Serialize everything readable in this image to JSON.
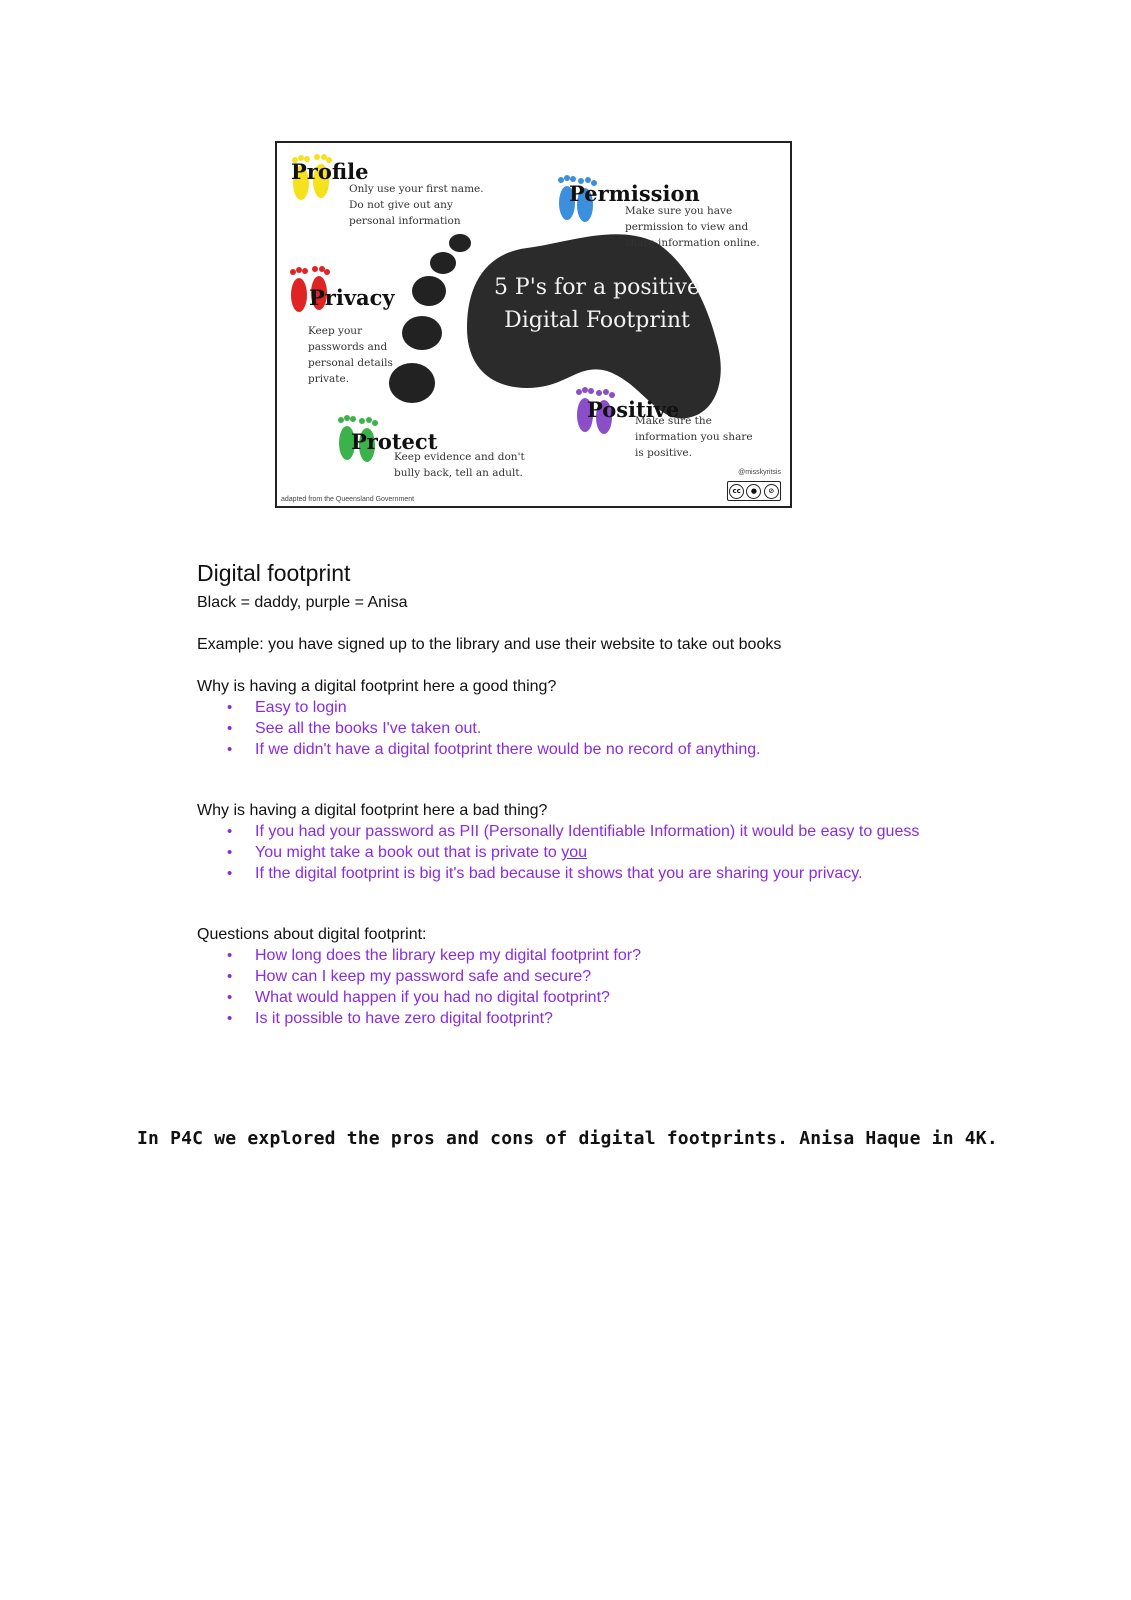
{
  "poster": {
    "center_title": "5 P's for a positive\nDigital  Footprint",
    "items": [
      {
        "heading": "Profile",
        "text": "Only use your first name.\nDo not give out any\npersonal information",
        "color": "#f5e11c"
      },
      {
        "heading": "Permission",
        "text": "Make sure you have\npermission to view and\nshare information online.",
        "color": "#3b8fdc"
      },
      {
        "heading": "Privacy",
        "text": "Keep your\npasswords and\npersonal details\nprivate.",
        "color": "#e02424"
      },
      {
        "heading": "Positive",
        "text": "Make sure the\ninformation you share\nis positive.",
        "color": "#8a4fc7"
      },
      {
        "heading": "Protect",
        "text": "Keep evidence and don't\nbully back, tell an adult.",
        "color": "#3bb34a"
      }
    ],
    "source_credit": "adapted from the Queensland Government",
    "author_handle": "@misskyritsis",
    "license_badge": "cc"
  },
  "doc": {
    "title": "Digital footprint",
    "legend": "Black = daddy, purple = Anisa",
    "example": "Example: you have signed up to the library and use their website to take out books",
    "good_question": "Why is having a digital footprint here a good thing?",
    "good_answers": [
      "Easy to login",
      "See all the books I've taken out.",
      "If we didn't have a digital footprint there would be no record of anything."
    ],
    "bad_question": "Why is having a digital footprint here a bad thing?",
    "bad_answers": [
      "If you had your password as PII (Personally Identifiable Information) it would be easy to guess",
      "You might take a book out that is private to ",
      "If the digital footprint is big it's bad because it shows that you are sharing your privacy."
    ],
    "bad_answer_underlined_word": "you",
    "questions_heading": "Questions about digital footprint:",
    "questions": [
      "How long does the library keep my digital footprint for?",
      "How can I keep my password safe and secure?",
      "What would happen if you had no digital footprint?",
      "Is it possible to have zero digital footprint?"
    ],
    "caption": "In P4C we explored the pros and cons of digital footprints. Anisa Haque in 4K.",
    "answer_color": "#8a2be2"
  }
}
